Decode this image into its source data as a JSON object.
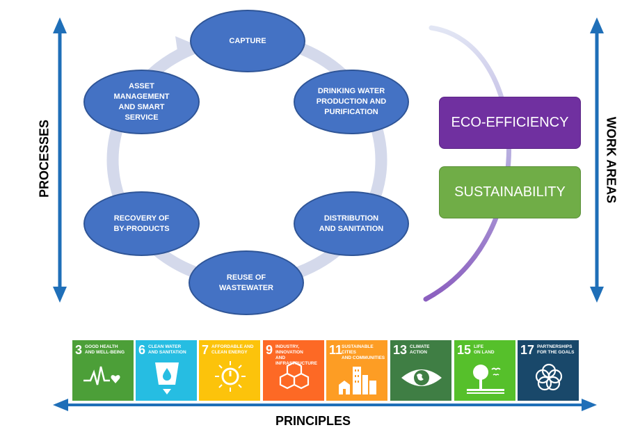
{
  "axes": {
    "left": "PROCESSES",
    "right": "WORK AREAS",
    "bottom": "PRINCIPLES"
  },
  "cycle": [
    {
      "id": "capture",
      "label": "CAPTURE"
    },
    {
      "id": "drinking-water",
      "label": "DRINKING WATER\nPRODUCTION AND\nPURIFICATION"
    },
    {
      "id": "distribution",
      "label": "DISTRIBUTION\nAND SANITATION"
    },
    {
      "id": "reuse",
      "label": "REUSE OF\nWASTEWATER"
    },
    {
      "id": "recovery",
      "label": "RECOVERY OF\nBY-PRODUCTS"
    },
    {
      "id": "asset",
      "label": "ASSET\nMANAGEMENT\nAND SMART\nSERVICE"
    }
  ],
  "work_areas": [
    {
      "label": "ECO-EFFICIENCY",
      "color": "#7030a0"
    },
    {
      "label": "SUSTAINABILITY",
      "color": "#70ad47"
    }
  ],
  "sdgs": [
    {
      "number": "3",
      "title": "GOOD HEALTH\nAND WELL-BEING",
      "color": "#4c9f38",
      "icon": "heartbeat-icon"
    },
    {
      "number": "6",
      "title": "CLEAN WATER\nAND SANITATION",
      "color": "#26bde2",
      "icon": "water-drop-icon"
    },
    {
      "number": "7",
      "title": "AFFORDABLE AND\nCLEAN ENERGY",
      "color": "#fcc30b",
      "icon": "sun-power-icon"
    },
    {
      "number": "9",
      "title": "INDUSTRY, INNOVATION\nAND INFRASTRUCTURE",
      "color": "#fd6925",
      "icon": "cubes-icon"
    },
    {
      "number": "11",
      "title": "SUSTAINABLE CITIES\nAND COMMUNITIES",
      "color": "#fd9d24",
      "icon": "city-icon"
    },
    {
      "number": "13",
      "title": "CLIMATE\nACTION",
      "color": "#3f7e44",
      "icon": "eye-globe-icon"
    },
    {
      "number": "15",
      "title": "LIFE\nON LAND",
      "color": "#56c02b",
      "icon": "tree-icon"
    },
    {
      "number": "17",
      "title": "PARTNERSHIPS\nFOR THE GOALS",
      "color": "#19486a",
      "icon": "rings-icon"
    }
  ],
  "colors": {
    "arrow": "#1f6fb8",
    "node": "#4472c4",
    "cycle_ring": "#d4d9eb"
  }
}
